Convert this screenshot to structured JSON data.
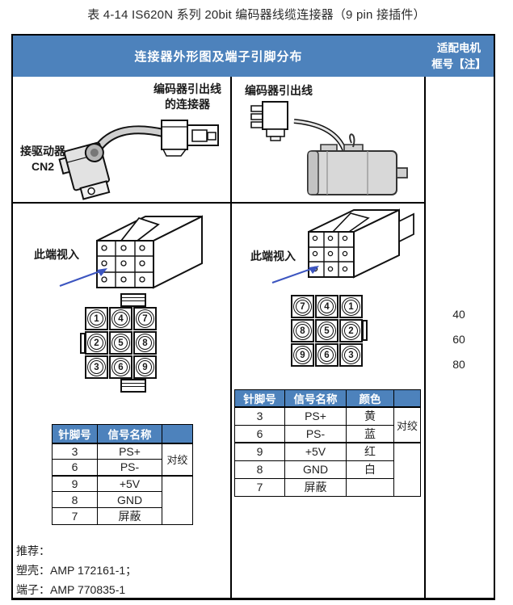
{
  "title": "表 4-14 IS620N 系列 20bit 编码器线缆连接器（9 pin 接插件）",
  "header": {
    "main": "连接器外形图及端子引脚分布",
    "right": [
      "适配电机",
      "框号【注】"
    ]
  },
  "diagram_top_left": {
    "connector_label": [
      "编码器引出线",
      "的连接器"
    ],
    "driver_label": [
      "接驱动器",
      "CN2"
    ]
  },
  "diagram_top_right": {
    "label": "编码器引出线"
  },
  "view_labels": {
    "left": "此端视入",
    "right": "此端视入"
  },
  "pin_grids": {
    "left": [
      "1",
      "4",
      "7",
      "2",
      "5",
      "8",
      "3",
      "6",
      "9"
    ],
    "right": [
      "7",
      "4",
      "1",
      "8",
      "5",
      "2",
      "9",
      "6",
      "3"
    ]
  },
  "pin_tables": {
    "left": {
      "headers": [
        "针脚号",
        "信号名称",
        ""
      ],
      "rows": [
        {
          "pin": "3",
          "signal": "PS+"
        },
        {
          "pin": "6",
          "signal": "PS-"
        },
        {
          "pin": "9",
          "signal": "+5V"
        },
        {
          "pin": "8",
          "signal": "GND"
        },
        {
          "pin": "7",
          "signal": "屏蔽"
        }
      ],
      "twist_label": "对绞"
    },
    "right": {
      "headers": [
        "针脚号",
        "信号名称",
        "颜色",
        ""
      ],
      "rows": [
        {
          "pin": "3",
          "signal": "PS+",
          "color": "黄"
        },
        {
          "pin": "6",
          "signal": "PS-",
          "color": "蓝"
        },
        {
          "pin": "9",
          "signal": "+5V",
          "color": "红"
        },
        {
          "pin": "8",
          "signal": "GND",
          "color": "白"
        },
        {
          "pin": "7",
          "signal": "屏蔽",
          "color": ""
        }
      ],
      "twist_label": "对绞"
    }
  },
  "motor_frames": [
    "40",
    "60",
    "80"
  ],
  "recommendation": [
    "推荐：",
    "塑壳：AMP  172161-1；",
    "端子：AMP  770835-1"
  ],
  "colors": {
    "header_blue": "#4d82bc",
    "arrow_blue": "#3c55c0",
    "line": "#000000"
  }
}
